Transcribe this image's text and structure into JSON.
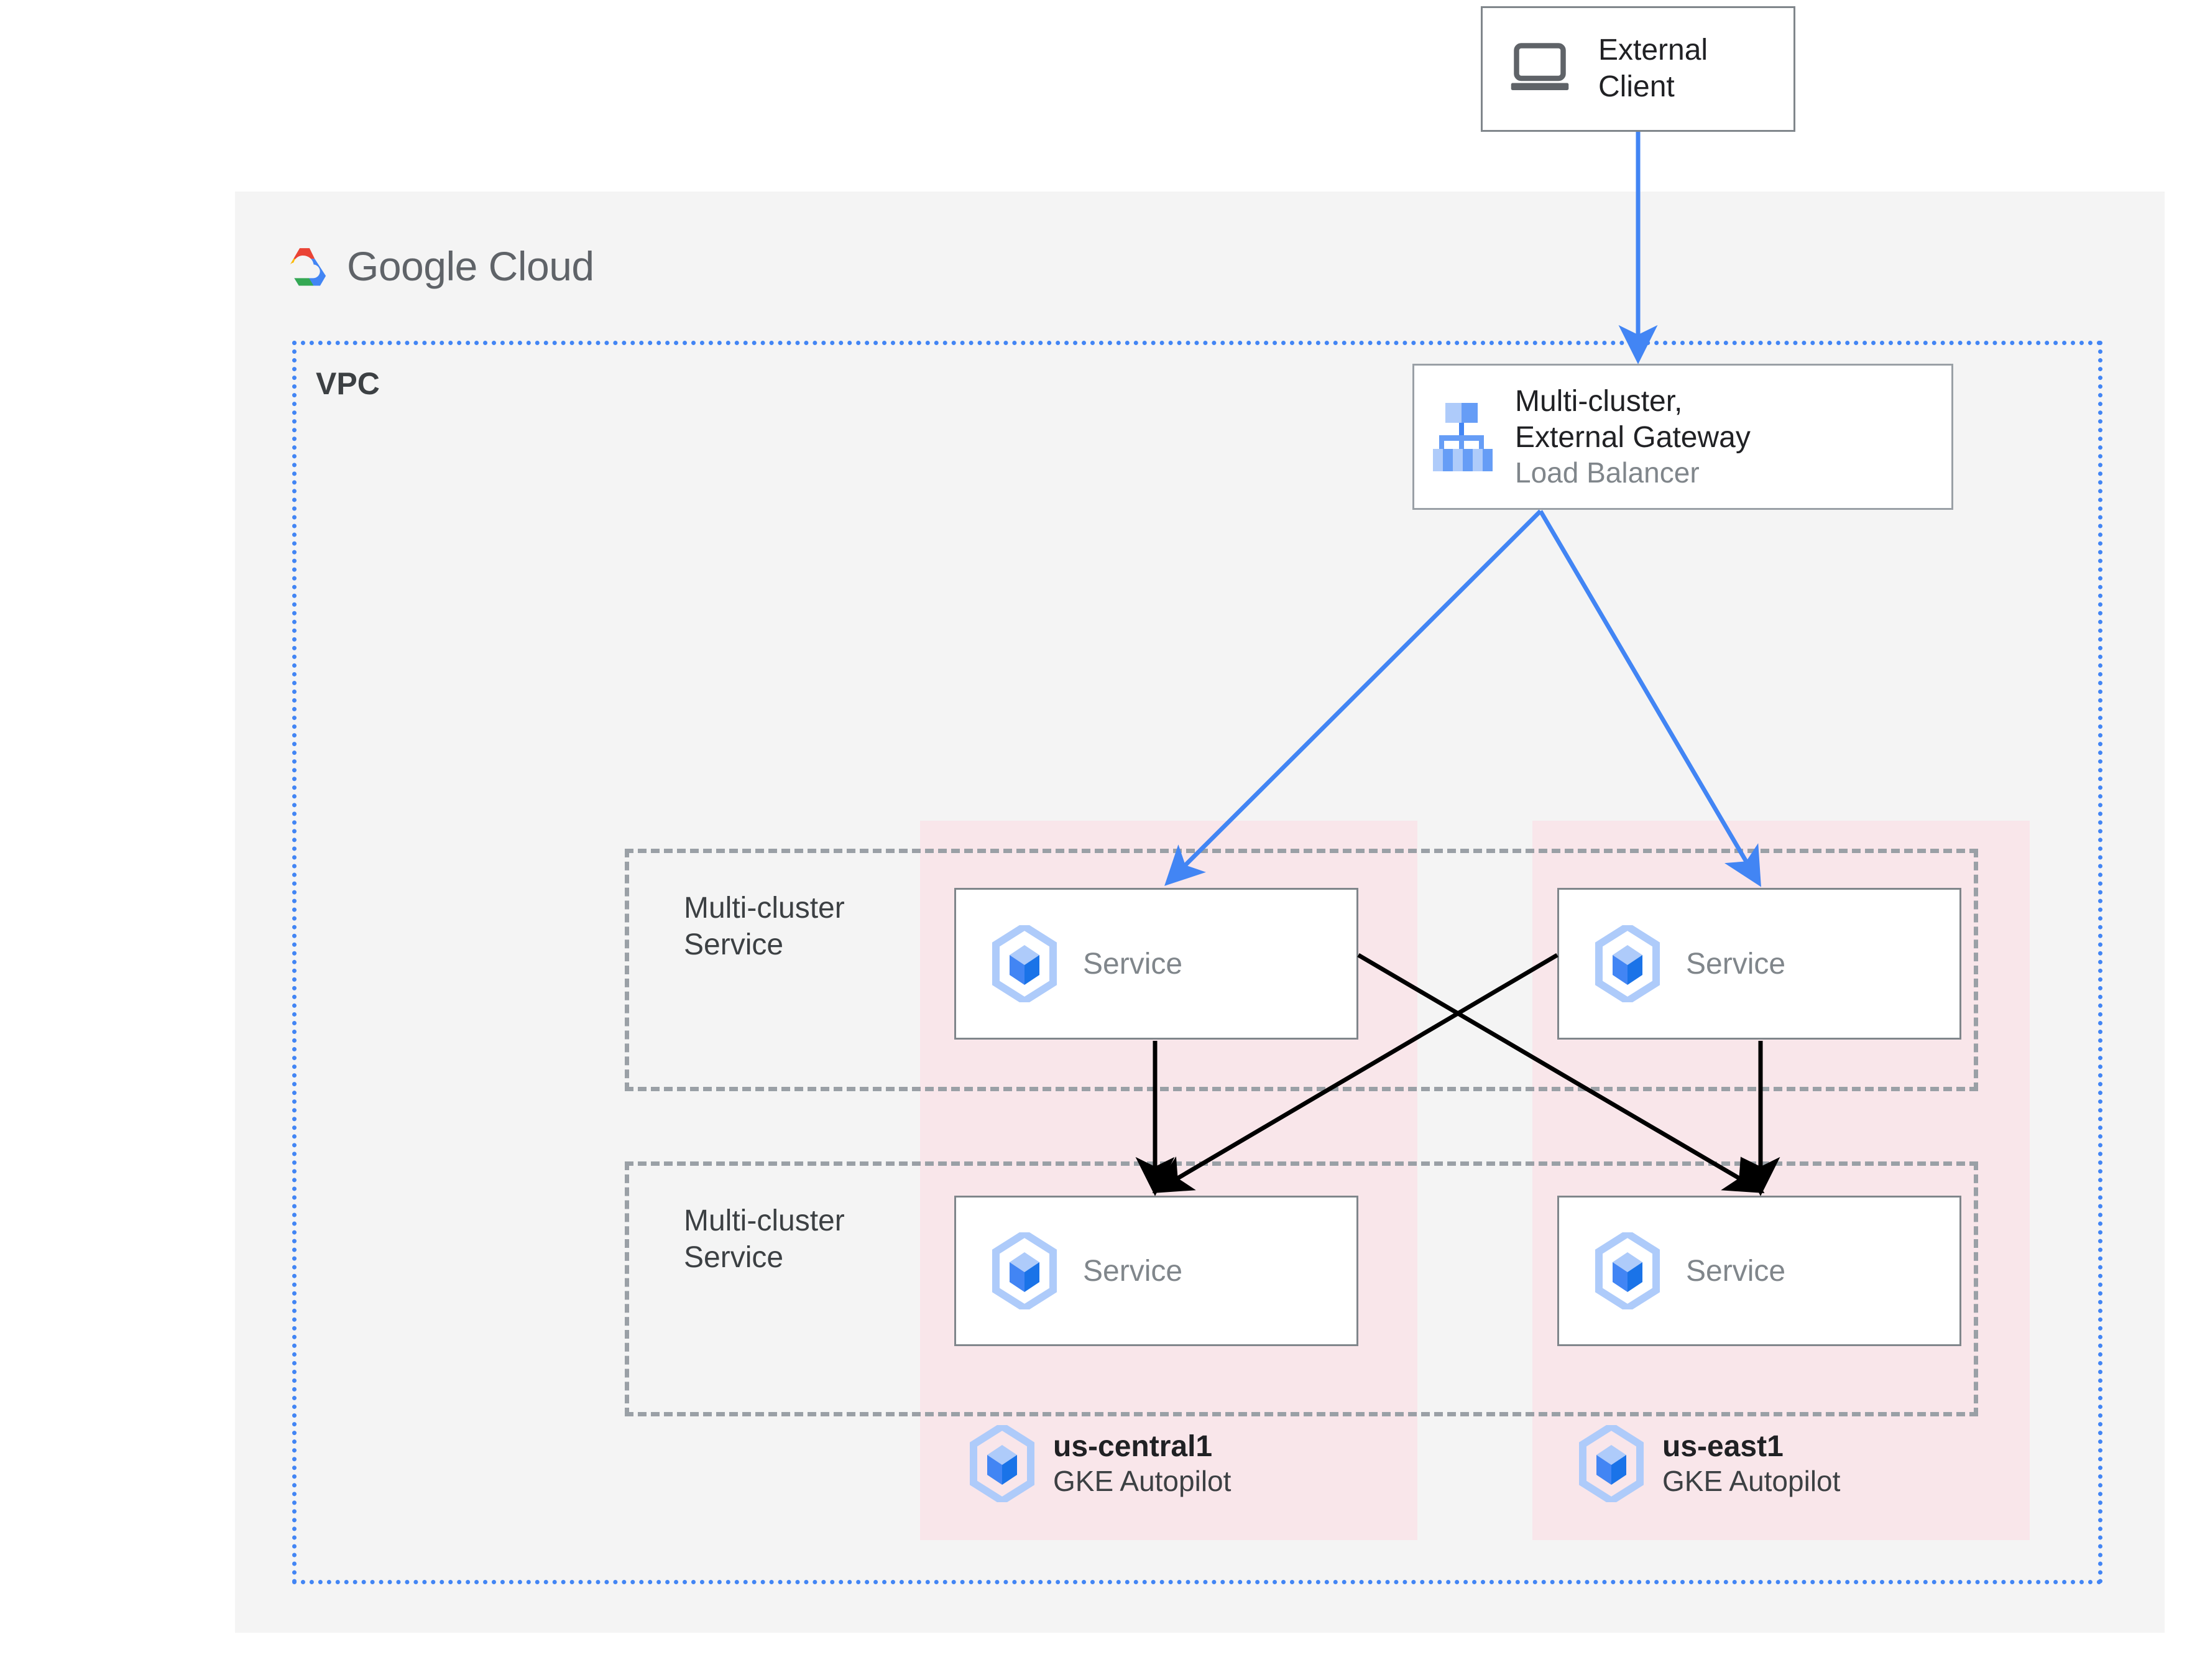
{
  "brand": {
    "name": "Google Cloud",
    "logo_icon": "google-cloud-logo"
  },
  "vpc": {
    "label": "VPC",
    "border_color": "#4285f4"
  },
  "external_client": {
    "title_line1": "External",
    "title_line2": "Client",
    "icon": "laptop-icon"
  },
  "load_balancer": {
    "title_line1": "Multi-cluster,",
    "title_line2": "External Gateway",
    "subtitle": "Load Balancer",
    "icon": "load-balancer-hierarchy-icon"
  },
  "multi_cluster_services": [
    {
      "label_line1": "Multi-cluster",
      "label_line2": "Service"
    },
    {
      "label_line1": "Multi-cluster",
      "label_line2": "Service"
    }
  ],
  "services": [
    {
      "label": "Service",
      "icon": "gke-service-icon",
      "position": "top-left"
    },
    {
      "label": "Service",
      "icon": "gke-service-icon",
      "position": "top-right"
    },
    {
      "label": "Service",
      "icon": "gke-service-icon",
      "position": "bottom-left"
    },
    {
      "label": "Service",
      "icon": "gke-service-icon",
      "position": "bottom-right"
    }
  ],
  "clusters": [
    {
      "name": "us-central1",
      "type": "GKE Autopilot",
      "icon": "gke-cluster-icon",
      "band_color": "#fbe0e6"
    },
    {
      "name": "us-east1",
      "type": "GKE Autopilot",
      "icon": "gke-cluster-icon",
      "band_color": "#fbe0e6"
    }
  ],
  "colors": {
    "panel_bg": "#f4f4f4",
    "vpc_border": "#4285f4",
    "cluster_band": "#fbe0e6",
    "arrow_blue": "#4285f4",
    "arrow_black": "#000000",
    "dashed_gray": "#9aa0a6",
    "icon_blue_dark": "#4285f4",
    "icon_blue_light": "#aecbfa"
  }
}
